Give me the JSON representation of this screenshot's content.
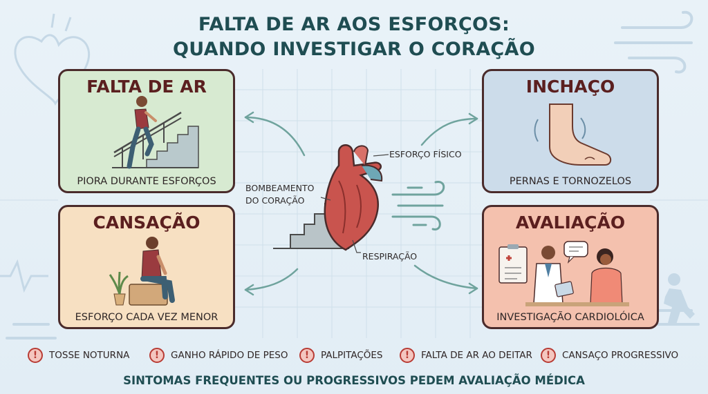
{
  "header": {
    "title_line1": "FALTA DE AR AOS ESFORÇOS:",
    "title_line2": "QUANDO INVESTIGAR O CORAÇÃO"
  },
  "cards": {
    "falta_de_ar": {
      "title": "FALTA DE AR",
      "caption": "PIORA DURANTE ESFORÇOS",
      "color": "#d7ead1"
    },
    "inchaco": {
      "title": "INCHAÇO",
      "caption": "PERNAS E TORNOZELOS",
      "color": "#ccdcea"
    },
    "cansaco": {
      "title": "CANSAÇÃO",
      "caption": "ESFORÇO CADA VEZ MENOR",
      "color": "#f7e0c2"
    },
    "avaliacao": {
      "title": "AVALIAÇÃO",
      "caption": "INVESTIGAÇÃO CARDIOLÓICA",
      "color": "#f4c1ae"
    }
  },
  "center": {
    "label_esforco": "ESFORÇO FÍSICO",
    "label_bombeamento": "BOMBEAMENTO DO CORAÇÃO",
    "label_respiracao": "RESPIRAÇÃO"
  },
  "alerts": {
    "icon": "exclamation-icon",
    "items": [
      {
        "text": "TOSSE NOTURNA"
      },
      {
        "text": "GANHO RÁPIDO DE PESO"
      },
      {
        "text": "PALPITAÇÕES"
      },
      {
        "text": "FALTA DE AR AO DEITAR"
      },
      {
        "text": "CANSAÇO PROGRESSIVO"
      }
    ]
  },
  "footer": {
    "text": "SINTOMAS FREQUENTES OU PROGRESSIVOS PEDEM AVALIAÇÃO MÉDICA"
  },
  "colors": {
    "title": "#1f4d52",
    "card_title": "#5b1f1f",
    "border": "#4a2b2b",
    "alert": "#b83b34",
    "arrow": "#6fa39d"
  }
}
